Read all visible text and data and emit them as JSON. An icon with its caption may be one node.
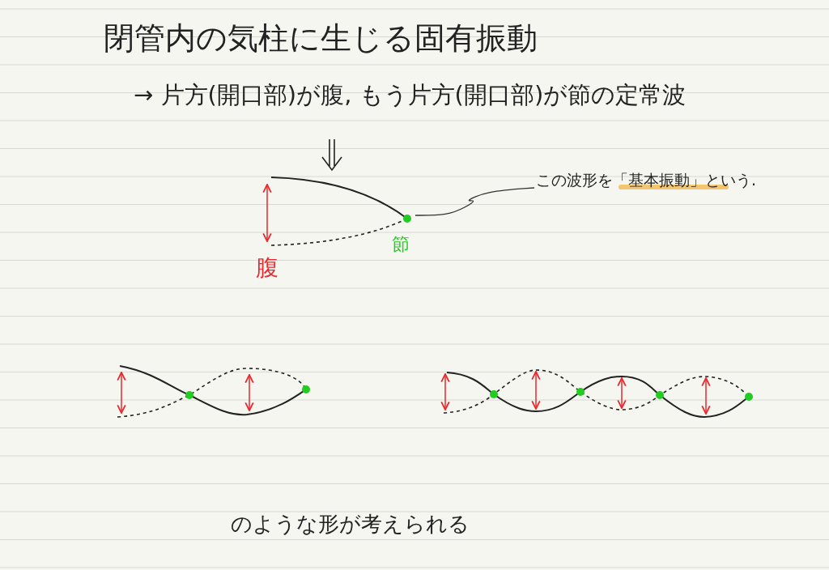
{
  "diagram": {
    "title": "閉管内の気柱に生じる固有振動",
    "nodes": [
      {
        "text": [],
        "shape": "picture"
      },
      {
        "text": [
          "この波形を「基本振動」という."
        ]
      }
    ],
    "edges": [
      {
        "from": 1,
        "to": 0,
        "arrow": "none"
      }
    ],
    "labels": [
      "→ 片方(開口部)が腹, もう片方(開口部)が節の定常波",
      "腹",
      "節",
      "のような形が考えられる"
    ]
  }
}
